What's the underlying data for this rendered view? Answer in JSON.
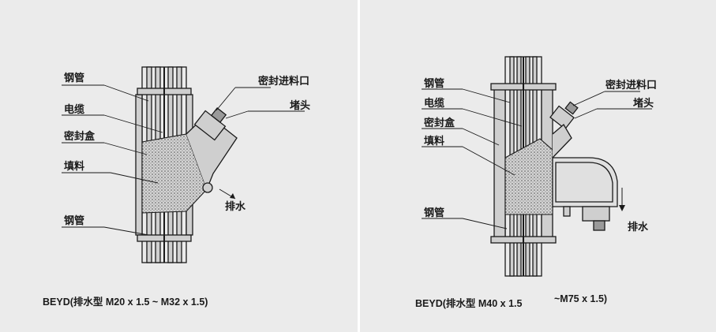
{
  "left_diagram": {
    "labels": {
      "steel_pipe_top": "钢管",
      "cable": "电缆",
      "seal_box": "密封盒",
      "filler": "填料",
      "steel_pipe_bottom": "钢管",
      "seal_inlet": "密封进料口",
      "plug": "堵头",
      "drain": "排水"
    },
    "caption": "BEYD(排水型 M20 x 1.5 ~ M32 x 1.5)"
  },
  "right_diagram": {
    "labels": {
      "steel_pipe_top": "钢管",
      "cable": "电缆",
      "seal_box": "密封盒",
      "filler": "填料",
      "steel_pipe_bottom": "钢管",
      "seal_inlet": "密封进料口",
      "plug": "堵头",
      "drain": "排水"
    },
    "caption_part1": "BEYD(排水型 M40 x 1.5",
    "caption_part2": "~M75 x 1.5)"
  },
  "colors": {
    "panel_bg": "#ebebeb",
    "metal": "#c8c8c8",
    "filler": "#bdbdbd",
    "line": "#1a1a1a"
  }
}
